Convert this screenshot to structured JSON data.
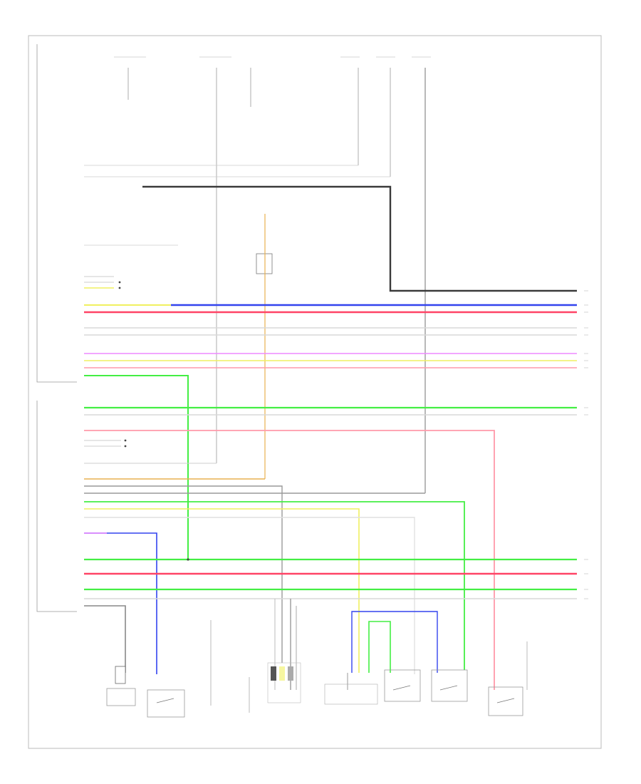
{
  "diagram": {
    "colors": {
      "frame": "#bbbbbb",
      "black": "#3a3a3a",
      "blue": "#3344ee",
      "red": "#ff4466",
      "gray": "#c8c8c8",
      "violet": "#ee88ff",
      "yellow": "#f0f060",
      "lightgreen": "#44ee44",
      "orange": "#e8b050",
      "pink": "#ff99aa"
    },
    "footer_tag": "",
    "component_boxes": [
      {
        "name": "left-sensor-box"
      },
      {
        "name": "fuse-relay-box"
      },
      {
        "name": "lower-left-control-box"
      },
      {
        "name": "door-switch-box-1"
      },
      {
        "name": "door-switch-box-2"
      },
      {
        "name": "door-switch-box-3"
      },
      {
        "name": "door-switch-box-4"
      }
    ]
  }
}
